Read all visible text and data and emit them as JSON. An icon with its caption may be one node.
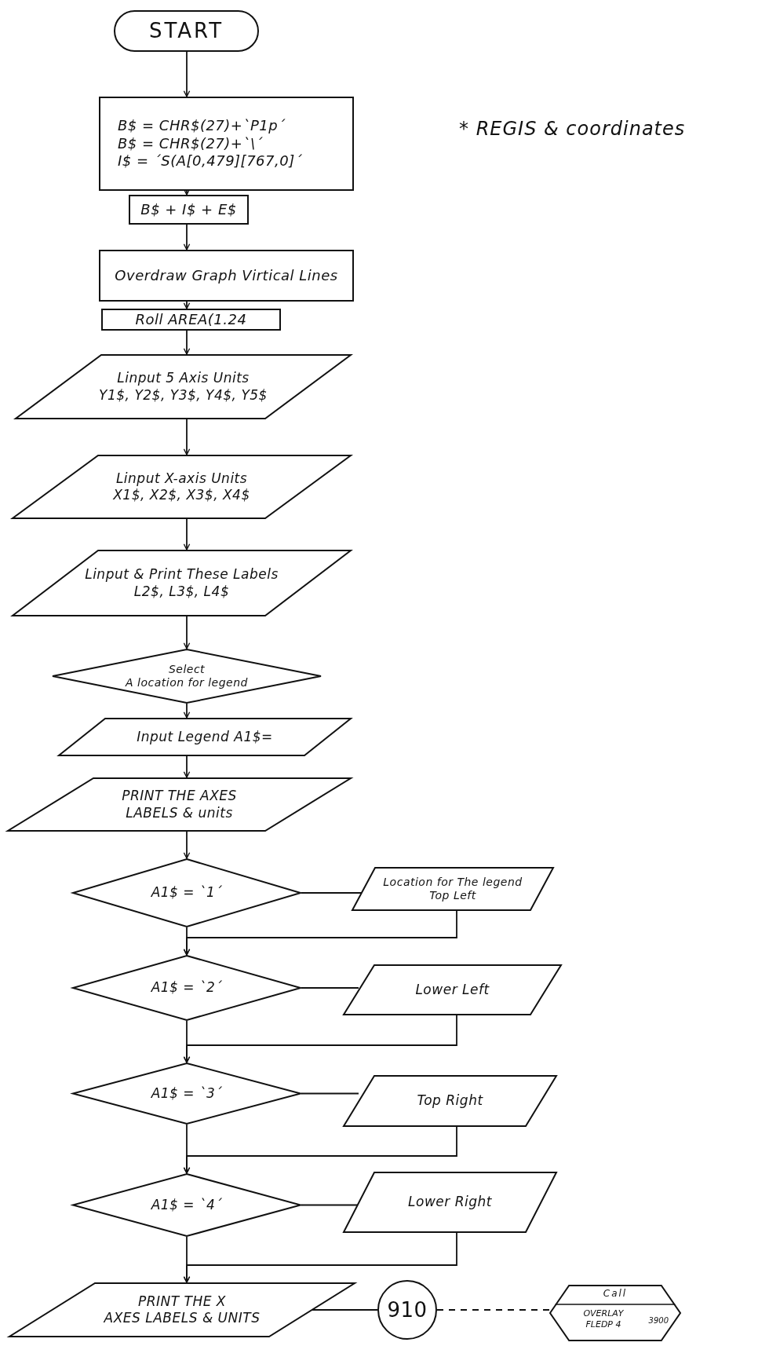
{
  "diagram": {
    "nodes": [
      {
        "text": [
          "START"
        ]
      },
      {
        "text": [
          "B$ = CHR$(27)+`P1p´",
          "B$ = CHR$(27)+`\\´",
          "I$ = ´S(A[0,479][767,0]´"
        ]
      },
      {
        "text": [
          "B$ + I$ + E$"
        ]
      },
      {
        "text": [
          "Overdraw Graph Virtical Lines"
        ]
      },
      {
        "text": [
          "Roll AREA(1.24"
        ]
      },
      {
        "text": [
          "Linput 5 Axis Units",
          "Y1$, Y2$, Y3$, Y4$, Y5$"
        ]
      },
      {
        "text": [
          "Linput X-axis Units",
          "X1$, X2$, X3$, X4$"
        ]
      },
      {
        "text": [
          "Linput & Print These Labels",
          "L2$, L3$, L4$"
        ]
      },
      {
        "text": [
          "Select",
          "A location for legend"
        ]
      },
      {
        "text": [
          "Input Legend A1$="
        ]
      },
      {
        "text": [
          "PRINT THE AXES",
          "LABELS & units"
        ]
      },
      {
        "text": [
          "A1$ = `1´"
        ]
      },
      {
        "text": [
          "Location for The legend",
          "Top Left"
        ]
      },
      {
        "text": [
          "A1$ = `2´"
        ]
      },
      {
        "text": [
          "Lower Left"
        ]
      },
      {
        "text": [
          "A1$ = `3´"
        ]
      },
      {
        "text": [
          "Top Right"
        ]
      },
      {
        "text": [
          "A1$ = `4´"
        ]
      },
      {
        "text": [
          "Lower Right"
        ]
      },
      {
        "text": [
          "PRINT THE X",
          "AXES LABELS & UNITS"
        ]
      },
      {
        "text": [
          "910"
        ]
      },
      {
        "text": [
          "Call",
          "OVERLAY FLEDP 4",
          "3900"
        ]
      }
    ],
    "edges": [
      {
        "from": 0,
        "to": 1,
        "arrow": "to"
      },
      {
        "from": 1,
        "to": 2,
        "arrow": "to"
      },
      {
        "from": 2,
        "to": 3,
        "arrow": "to"
      },
      {
        "from": 3,
        "to": 4,
        "arrow": "to"
      },
      {
        "from": 4,
        "to": 5,
        "arrow": "to"
      },
      {
        "from": 5,
        "to": 6,
        "arrow": "to"
      },
      {
        "from": 6,
        "to": 7,
        "arrow": "to"
      },
      {
        "from": 7,
        "to": 8,
        "arrow": "to"
      },
      {
        "from": 8,
        "to": 9,
        "arrow": "to"
      },
      {
        "from": 9,
        "to": 10,
        "arrow": "to"
      },
      {
        "from": 10,
        "to": 11,
        "arrow": "to"
      },
      {
        "from": 11,
        "to": 12,
        "arrow": "none"
      },
      {
        "from": 11,
        "to": 13,
        "arrow": "to"
      },
      {
        "from": 12,
        "to": 13,
        "arrow": "to"
      },
      {
        "from": 13,
        "to": 14,
        "arrow": "none"
      },
      {
        "from": 13,
        "to": 15,
        "arrow": "to"
      },
      {
        "from": 14,
        "to": 15,
        "arrow": "to"
      },
      {
        "from": 15,
        "to": 16,
        "arrow": "none"
      },
      {
        "from": 15,
        "to": 17,
        "arrow": "to"
      },
      {
        "from": 16,
        "to": 17,
        "arrow": "to"
      },
      {
        "from": 17,
        "to": 18,
        "arrow": "none"
      },
      {
        "from": 17,
        "to": 19,
        "arrow": "to"
      },
      {
        "from": 18,
        "to": 19,
        "arrow": "to"
      },
      {
        "from": 19,
        "to": 20,
        "arrow": "none"
      },
      {
        "from": 20,
        "to": 21,
        "arrow": "none",
        "style": "dashed"
      }
    ],
    "labels": [
      "* REGIS & coordinates"
    ]
  }
}
